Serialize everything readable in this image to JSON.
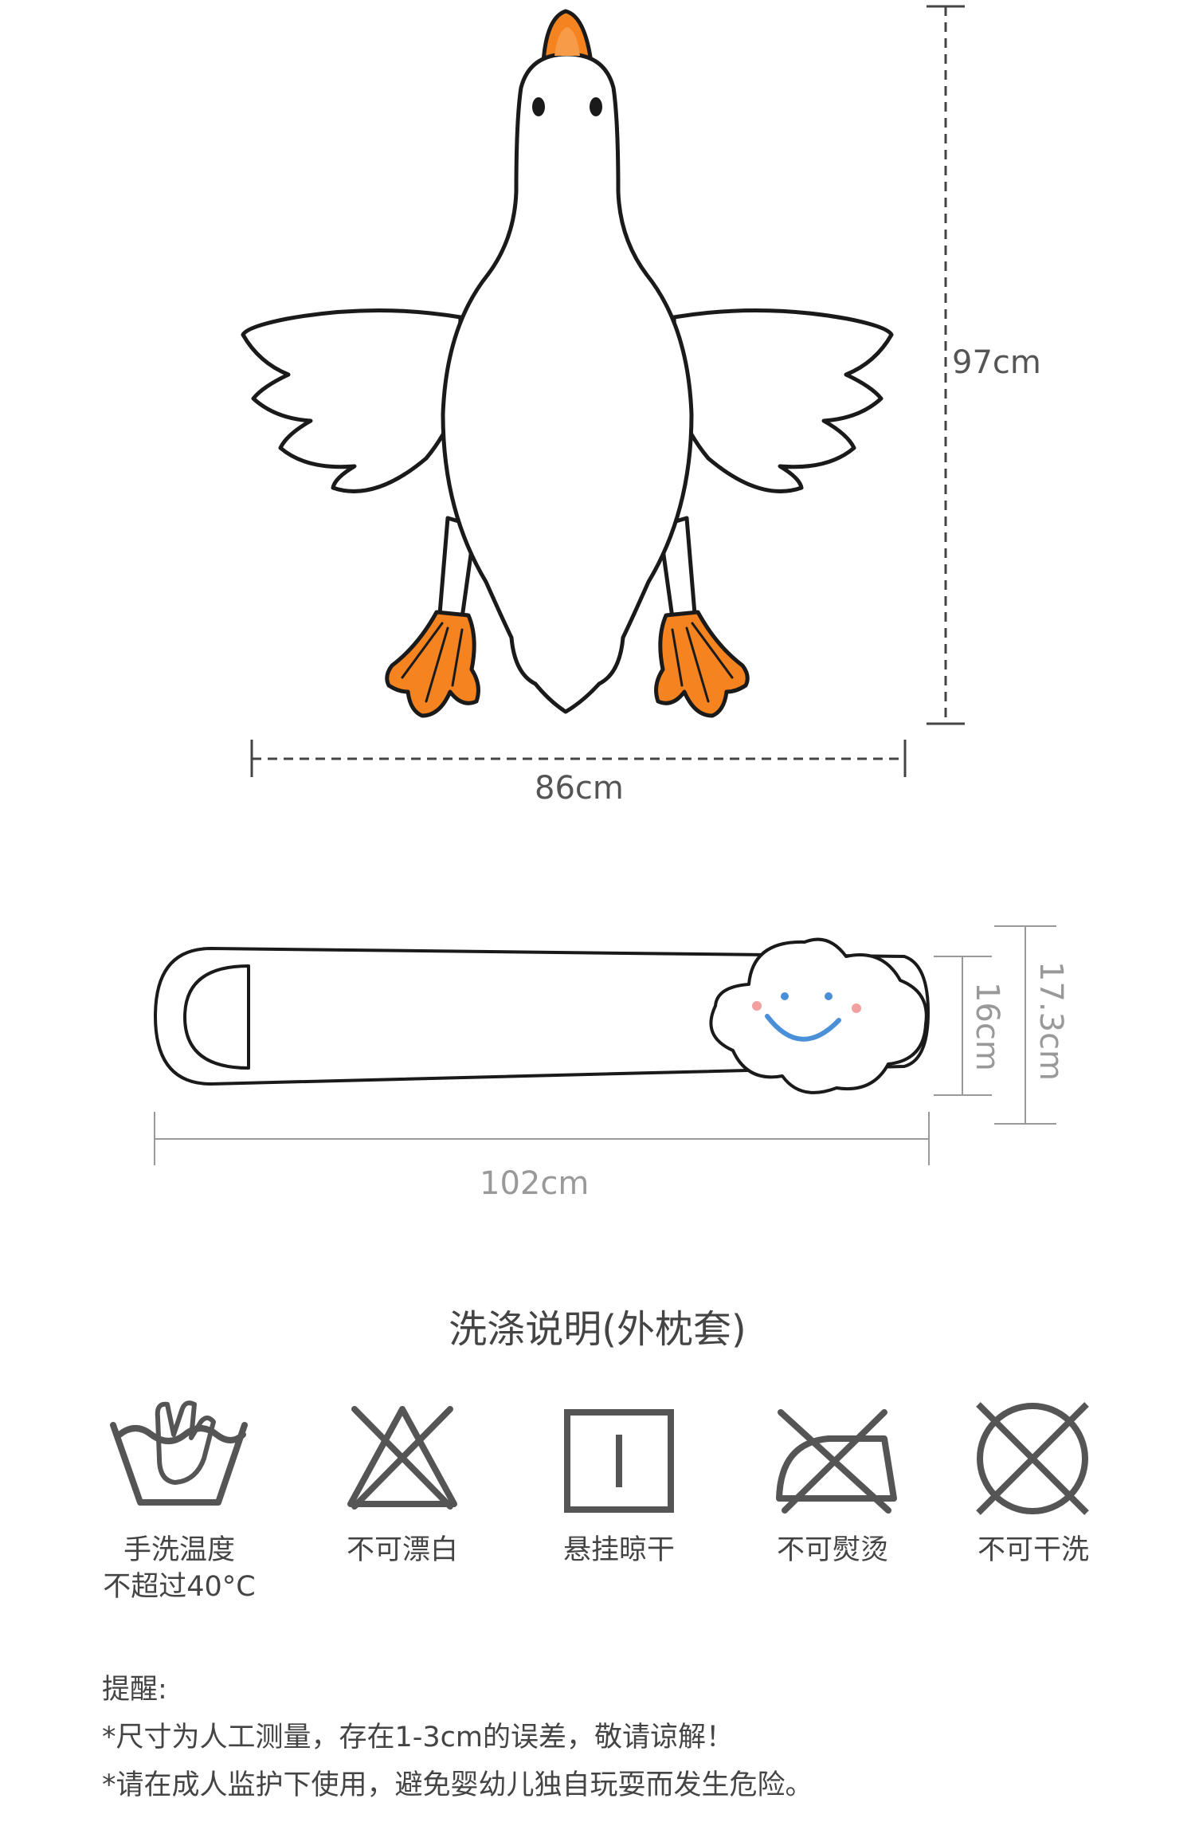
{
  "goose_dimensions": {
    "height": "97cm",
    "width": "86cm"
  },
  "pillow_dimensions": {
    "length": "102cm",
    "inner_height": "16cm",
    "outer_height": "17.3cm"
  },
  "wash_section": {
    "title": "洗涤说明(外枕套)",
    "items": [
      {
        "icon": "hand-wash-icon",
        "label_line1": "手洗温度",
        "label_line2": "不超过40°C"
      },
      {
        "icon": "no-bleach-icon",
        "label_line1": "不可漂白"
      },
      {
        "icon": "hang-dry-icon",
        "label_line1": "悬挂晾干"
      },
      {
        "icon": "no-iron-icon",
        "label_line1": "不可熨烫"
      },
      {
        "icon": "no-dry-clean-icon",
        "label_line1": "不可干洗"
      }
    ]
  },
  "reminder": {
    "title": "提醒:",
    "lines": [
      "*尺寸为人工测量，存在1-3cm的误差，敬请谅解！",
      "*请在成人监护下使用，避免婴幼儿独自玩耍而发生危险。"
    ]
  },
  "colors": {
    "beak_feet": "#F5831F",
    "outline": "#1A1A1A",
    "dimension_line": "#444444",
    "icon_gray": "#555555",
    "cloud_smile": "#4A90D9",
    "cheek": "#F3A0A0"
  }
}
